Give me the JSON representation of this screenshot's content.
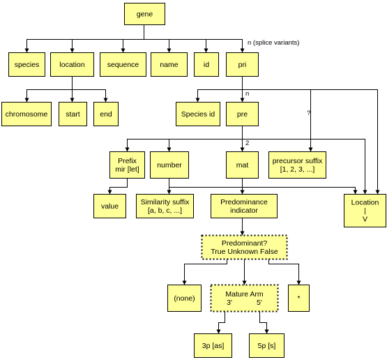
{
  "colors": {
    "box_fill": "#ffff99",
    "box_stroke": "#000000",
    "line": "#000000"
  },
  "nodes": {
    "gene": [
      "gene"
    ],
    "species": [
      "species"
    ],
    "location": [
      "location"
    ],
    "sequence": [
      "sequence"
    ],
    "name": [
      "name"
    ],
    "id": [
      "id"
    ],
    "pri": [
      "pri"
    ],
    "chromosome": [
      "chromosome"
    ],
    "start": [
      "start"
    ],
    "end": [
      "end"
    ],
    "species_id": [
      "Species id"
    ],
    "pre": [
      "pre"
    ],
    "prefix": [
      "Prefix",
      "mir [let]"
    ],
    "number": [
      "number"
    ],
    "mat": [
      "mat"
    ],
    "precursor_suffix": [
      "precursor suffix",
      "[1, 2, 3, ...]"
    ],
    "value": [
      "value"
    ],
    "similarity_suffix": [
      "Similarity suffix",
      "[a, b, c, ...]"
    ],
    "predominance_indicator": [
      "Predominance",
      "indicator"
    ],
    "location_v": [
      "Location",
      "|",
      "V"
    ],
    "predominant": [
      "Predominant?",
      "True Unknown False"
    ],
    "none": [
      "(none)"
    ],
    "mature_arm": [
      "Mature Arm",
      "3'            5'"
    ],
    "star": [
      "*"
    ],
    "p3": [
      "3p [as]"
    ],
    "p5": [
      "5p [s]"
    ]
  },
  "edge_labels": {
    "splice": "n (splice variants)",
    "n_pre": "n",
    "q_suffix": "?",
    "two_mat": "2"
  }
}
